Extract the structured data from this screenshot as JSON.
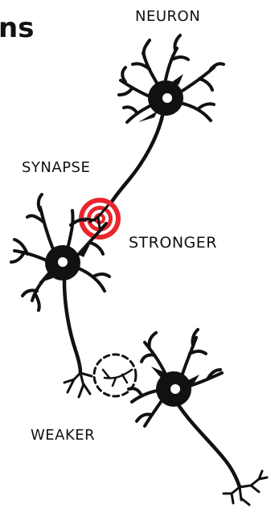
{
  "title_fragment": "ns",
  "labels": {
    "neuron": "NEURON",
    "synapse": "SYNAPSE",
    "stronger": "STRONGER",
    "weaker": "WEAKER"
  },
  "colors": {
    "ink": "#111111",
    "strong_synapse": "#e8262c",
    "background": "#ffffff"
  }
}
